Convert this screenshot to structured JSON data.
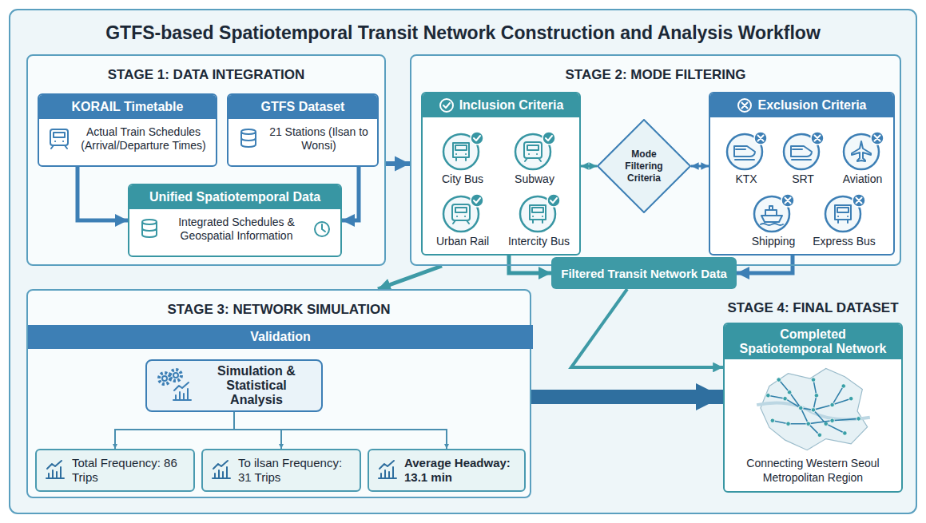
{
  "diagram": {
    "title": "GTFS-based Spatiotemporal Transit Network Construction and Analysis Workflow",
    "nodes": [
      {
        "text": [
          "STAGE 1: DATA INTEGRATION"
        ]
      },
      {
        "text": [
          "KORAIL Timetable",
          "Actual Train Schedules (Arrival/Departure Times)"
        ],
        "in": 0
      },
      {
        "text": [
          "GTFS Dataset",
          "21 Stations (Ilsan to Wonsi)"
        ],
        "in": 0
      },
      {
        "text": [
          "Unified Spatiotemporal Data",
          "Integrated Schedules & Geospatial Information"
        ],
        "in": 0
      },
      {
        "text": [
          "STAGE 2: MODE FILTERING"
        ]
      },
      {
        "text": [
          "Inclusion Criteria"
        ],
        "in": 4
      },
      {
        "text": [
          "City Bus"
        ],
        "in": 5
      },
      {
        "text": [
          "Subway"
        ],
        "in": 5
      },
      {
        "text": [
          "Urban Rail"
        ],
        "in": 5
      },
      {
        "text": [
          "Intercity Bus"
        ],
        "in": 5
      },
      {
        "text": [
          "Mode Filtering Criteria"
        ],
        "in": 4
      },
      {
        "text": [
          "Exclusion Criteria"
        ],
        "in": 4
      },
      {
        "text": [
          "KTX"
        ],
        "in": 11
      },
      {
        "text": [
          "SRT"
        ],
        "in": 11
      },
      {
        "text": [
          "Aviation"
        ],
        "in": 11
      },
      {
        "text": [
          "Shipping"
        ],
        "in": 11
      },
      {
        "text": [
          "Express Bus"
        ],
        "in": 11
      },
      {
        "text": [
          "Filtered Transit Network Data"
        ]
      },
      {
        "text": [
          "STAGE 3: NETWORK SIMULATION"
        ]
      },
      {
        "text": [
          "Validation"
        ],
        "in": 18
      },
      {
        "text": [
          "Simulation & Statistical Analysis"
        ],
        "in": 18
      },
      {
        "text": [
          "Total Frequency: 86 Trips"
        ],
        "in": 18
      },
      {
        "text": [
          "To ilsan Frequency: 31 Trips"
        ],
        "in": 18
      },
      {
        "text": [
          "Average Headway: 13.1 min"
        ],
        "in": 18
      },
      {
        "text": [
          "STAGE 4: FINAL DATASET",
          "Completed Spatiotemporal Network",
          "Connecting Western Seoul Metropolitan Region"
        ]
      }
    ],
    "edges": [
      {
        "from": 1,
        "to": 3,
        "arrow": "to"
      },
      {
        "from": 2,
        "to": 3,
        "arrow": "to"
      },
      {
        "from": 0,
        "to": 4,
        "arrow": "to"
      },
      {
        "from": 5,
        "to": 10,
        "arrow": "both"
      },
      {
        "from": 10,
        "to": 11,
        "arrow": "both"
      },
      {
        "from": 5,
        "to": 17,
        "arrow": "to"
      },
      {
        "from": 11,
        "to": 17,
        "arrow": "to"
      },
      {
        "from": 4,
        "to": 18,
        "arrow": "to"
      },
      {
        "from": 17,
        "to": 24,
        "arrow": "to"
      },
      {
        "from": 18,
        "to": 24,
        "arrow": "to"
      },
      {
        "from": 20,
        "to": 21,
        "arrow": "to"
      },
      {
        "from": 20,
        "to": 22,
        "arrow": "to"
      },
      {
        "from": 20,
        "to": 23,
        "arrow": "to"
      }
    ]
  }
}
